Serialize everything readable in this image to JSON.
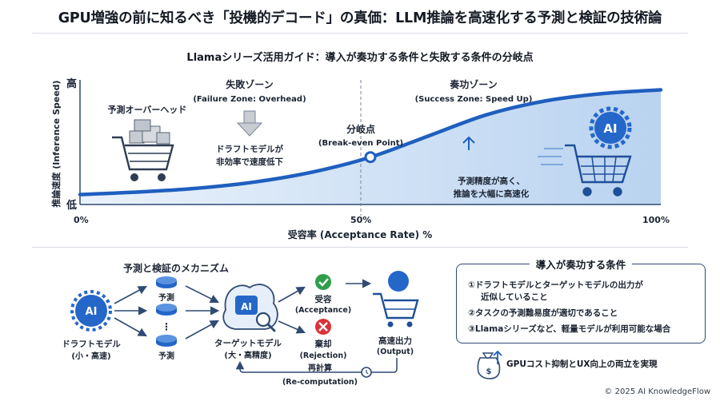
{
  "title": "GPU増強の前に知るべき「投機的デコード」の真価：LLM推論を高速化する予測と検証の技術論",
  "subtitle": "Llamaシリーズ活用ガイド：導入が奏功する条件と失敗する条件の分岐点",
  "chart_data": {
    "type": "line",
    "xlabel": "受容率 (Acceptance Rate) %",
    "ylabel": "推論速度 (Inference Speed)",
    "x_ticks": [
      "0%",
      "50%",
      "100%"
    ],
    "y_ticks": [
      "低",
      "高"
    ],
    "xlim": [
      0,
      100
    ],
    "series": [
      {
        "x": [
          0,
          10,
          20,
          30,
          40,
          50,
          60,
          70,
          80,
          90,
          100
        ],
        "y": [
          0.08,
          0.1,
          0.13,
          0.18,
          0.26,
          0.38,
          0.55,
          0.72,
          0.83,
          0.89,
          0.92
        ]
      }
    ],
    "breakeven": {
      "x": 50,
      "label": "分岐点",
      "label_en": "(Break-even Point)"
    },
    "failure_zone": {
      "label": "失敗ゾーン",
      "label_en": "(Failure Zone: Overhead)",
      "overhead": "予測オーバーヘッド",
      "desc_line1": "ドラフトモデルが",
      "desc_line2": "非効率で速度低下"
    },
    "success_zone": {
      "label": "奏功ゾーン",
      "label_en": "(Success Zone: Speed Up)",
      "desc_line1": "予測精度が高く、",
      "desc_line2": "推論を大幅に高速化"
    }
  },
  "mechanism": {
    "title": "予測と検証のメカニズム",
    "draft_label": "ドラフトモデル",
    "draft_sub": "(小・高速)",
    "token_label": "予測",
    "ellipsis": "⋮",
    "target_label": "ターゲットモデル",
    "target_sub": "(大・高精度)",
    "accept_label": "受容",
    "accept_en": "(Acceptance)",
    "reject_label": "棄却",
    "reject_en": "(Rejection)",
    "output_label": "高速出力",
    "output_en": "(Output)",
    "recompute_label": "再計算",
    "recompute_en": "(Re-computation)",
    "ai_text": "AI"
  },
  "conditions": {
    "title": "導入が奏功する条件",
    "item1_line1": "①ドラフトモデルとターゲットモデルの出力が",
    "item1_line2": "近似していること",
    "item2": "②タスクの予測難易度が適切であること",
    "item3": "③Llamaシリーズなど、軽量モデルが利用可能な場合"
  },
  "benefit": "GPUコスト抑制とUX向上の両立を実現",
  "footer": "© 2025 AI KnowledgeFlow",
  "colors": {
    "primary": "#1f5fbf",
    "navy": "#2f4a73",
    "fill": "#cfe0f5",
    "accept": "#2f9e4a",
    "reject": "#d8333a"
  }
}
